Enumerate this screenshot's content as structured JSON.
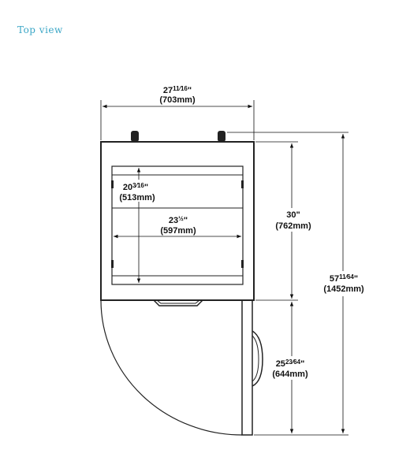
{
  "view_label": "Top view",
  "dimensions": {
    "overall_width": {
      "imperial_whole": "27",
      "imperial_frac": "11⁄16",
      "metric": "(703mm)"
    },
    "cabinet_depth": {
      "imperial": "30\"",
      "metric": "(762mm)"
    },
    "overall_depth_door_open": {
      "imperial_whole": "57",
      "imperial_frac": "11⁄64",
      "metric": "(1452mm)"
    },
    "door_swing": {
      "imperial_whole": "25",
      "imperial_frac": "23⁄64",
      "metric": "(644mm)"
    },
    "interior_width": {
      "imperial_whole": "23",
      "imperial_frac": "½",
      "metric": "(597mm)"
    },
    "interior_depth": {
      "imperial_whole": "20",
      "imperial_frac": "3⁄16",
      "metric": "(513mm)"
    }
  }
}
